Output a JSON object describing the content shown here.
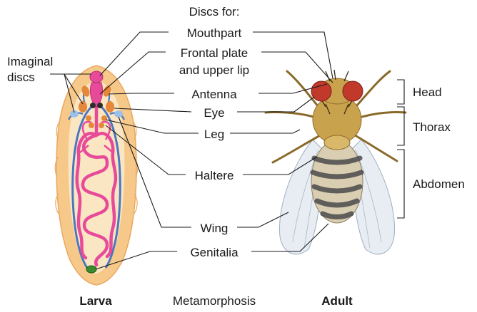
{
  "header": "Discs for:",
  "left_label": [
    "Imaginal",
    "discs"
  ],
  "disc_labels": {
    "mouthpart": "Mouthpart",
    "frontal": [
      "Frontal plate",
      "and upper lip"
    ],
    "antenna": "Antenna",
    "eye": "Eye",
    "leg": "Leg",
    "haltere": "Haltere",
    "wing": "Wing",
    "genitalia": "Genitalia"
  },
  "body_regions": {
    "head": "Head",
    "thorax": "Thorax",
    "abdomen": "Abdomen"
  },
  "captions": {
    "larva": "Larva",
    "process": "Metamorphosis",
    "adult": "Adult"
  },
  "colors": {
    "larva_body": "#f6c98a",
    "larva_inner": "#fbe6c4",
    "gut": "#e84a9a",
    "nerve": "#4a77c0",
    "disc": "#e6883a",
    "fly_eye": "#c0392b",
    "fly_thorax": "#c9a24e",
    "fly_abdomen_dark": "#4a4a4a",
    "wing": "#dfe7ef"
  }
}
